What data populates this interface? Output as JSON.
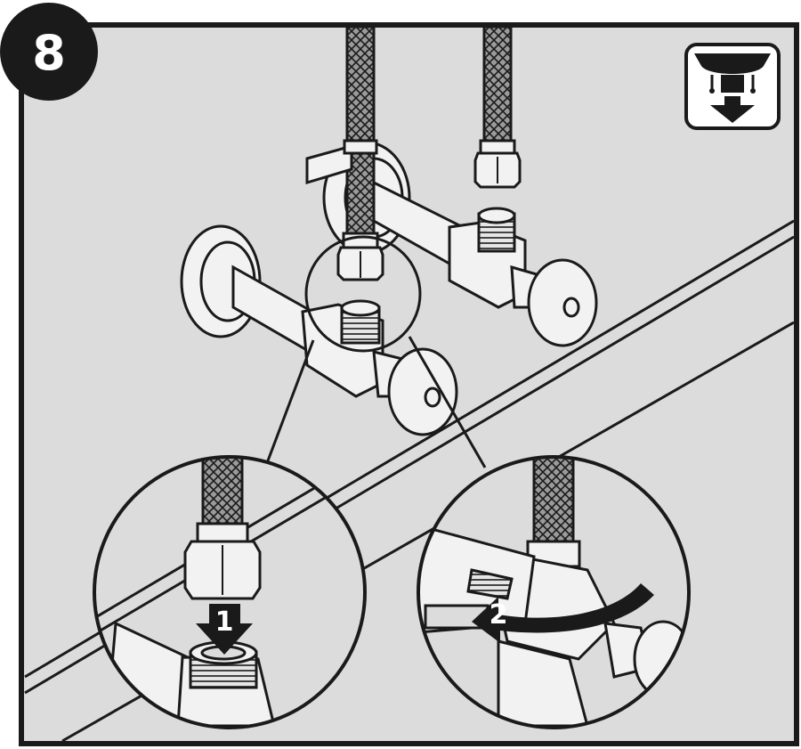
{
  "step": {
    "number": "8"
  },
  "callouts": {
    "first": "1",
    "second": "2"
  },
  "icon": {
    "name": "under-sink-install-icon"
  },
  "colors": {
    "panel": "#dcdcdc",
    "outline": "#1a1a1a",
    "badge": "#1a1a1a",
    "metal": "#f2f2f2"
  }
}
